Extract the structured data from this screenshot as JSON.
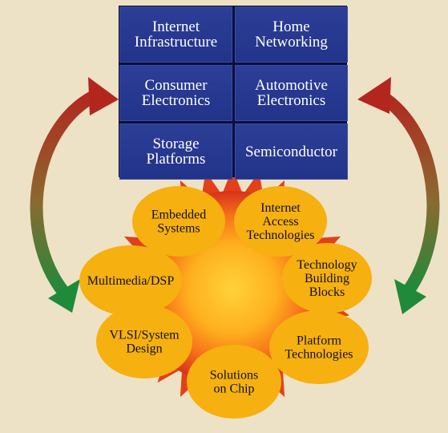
{
  "markets": [
    {
      "label": "Internet\nInfrastructure"
    },
    {
      "label": "Home\nNetworking"
    },
    {
      "label": "Consumer\nElectronics"
    },
    {
      "label": "Automotive\nElectronics"
    },
    {
      "label": "Storage\nPlatforms"
    },
    {
      "label": "Semiconductor"
    }
  ],
  "technologies": [
    {
      "lines": [
        "Embedded",
        "Systems"
      ]
    },
    {
      "lines": [
        "Internet",
        "Access",
        "Technologies"
      ]
    },
    {
      "lines": [
        "Technology",
        "Building",
        "Blocks"
      ]
    },
    {
      "lines": [
        "Platform",
        "Technologies"
      ]
    },
    {
      "lines": [
        "Solutions",
        "on Chip"
      ]
    },
    {
      "lines": [
        "VLSI/System",
        "Design"
      ]
    },
    {
      "lines": [
        "Multimedia/DSP"
      ]
    }
  ],
  "colors": {
    "background": "#eee2c6",
    "grid_cell": "#2a3c94",
    "petal": "#f6b010",
    "arrow_top": "#b3261e",
    "arrow_bottom": "#1f8a3a"
  }
}
